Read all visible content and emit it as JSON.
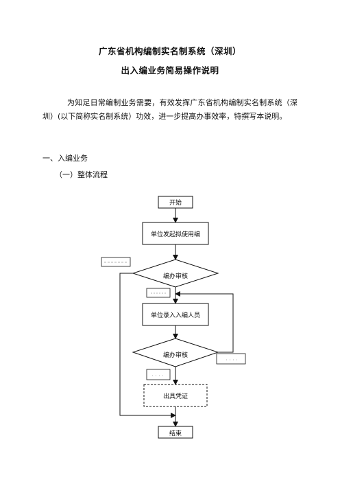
{
  "document": {
    "title_line1": "广东省机构编制实名制系统（深圳）",
    "title_line2": "出入编业务简易操作说明",
    "intro": "为知足日常编制业务需要，有效发挥广东省机构编制实名制系统（深圳）(以下简称实名制系统）功效，进一步提高办事效率，特撰写本说明。",
    "section1": "一、入编业务",
    "subsection1": "（一）整体流程"
  },
  "flowchart": {
    "start": "开始",
    "step1": "单位发起拟使用编",
    "decision1": "编办审核",
    "step2": "单位录入入编人员",
    "decision2": "编办审核",
    "step3": "出具凭证",
    "end": "结束"
  }
}
